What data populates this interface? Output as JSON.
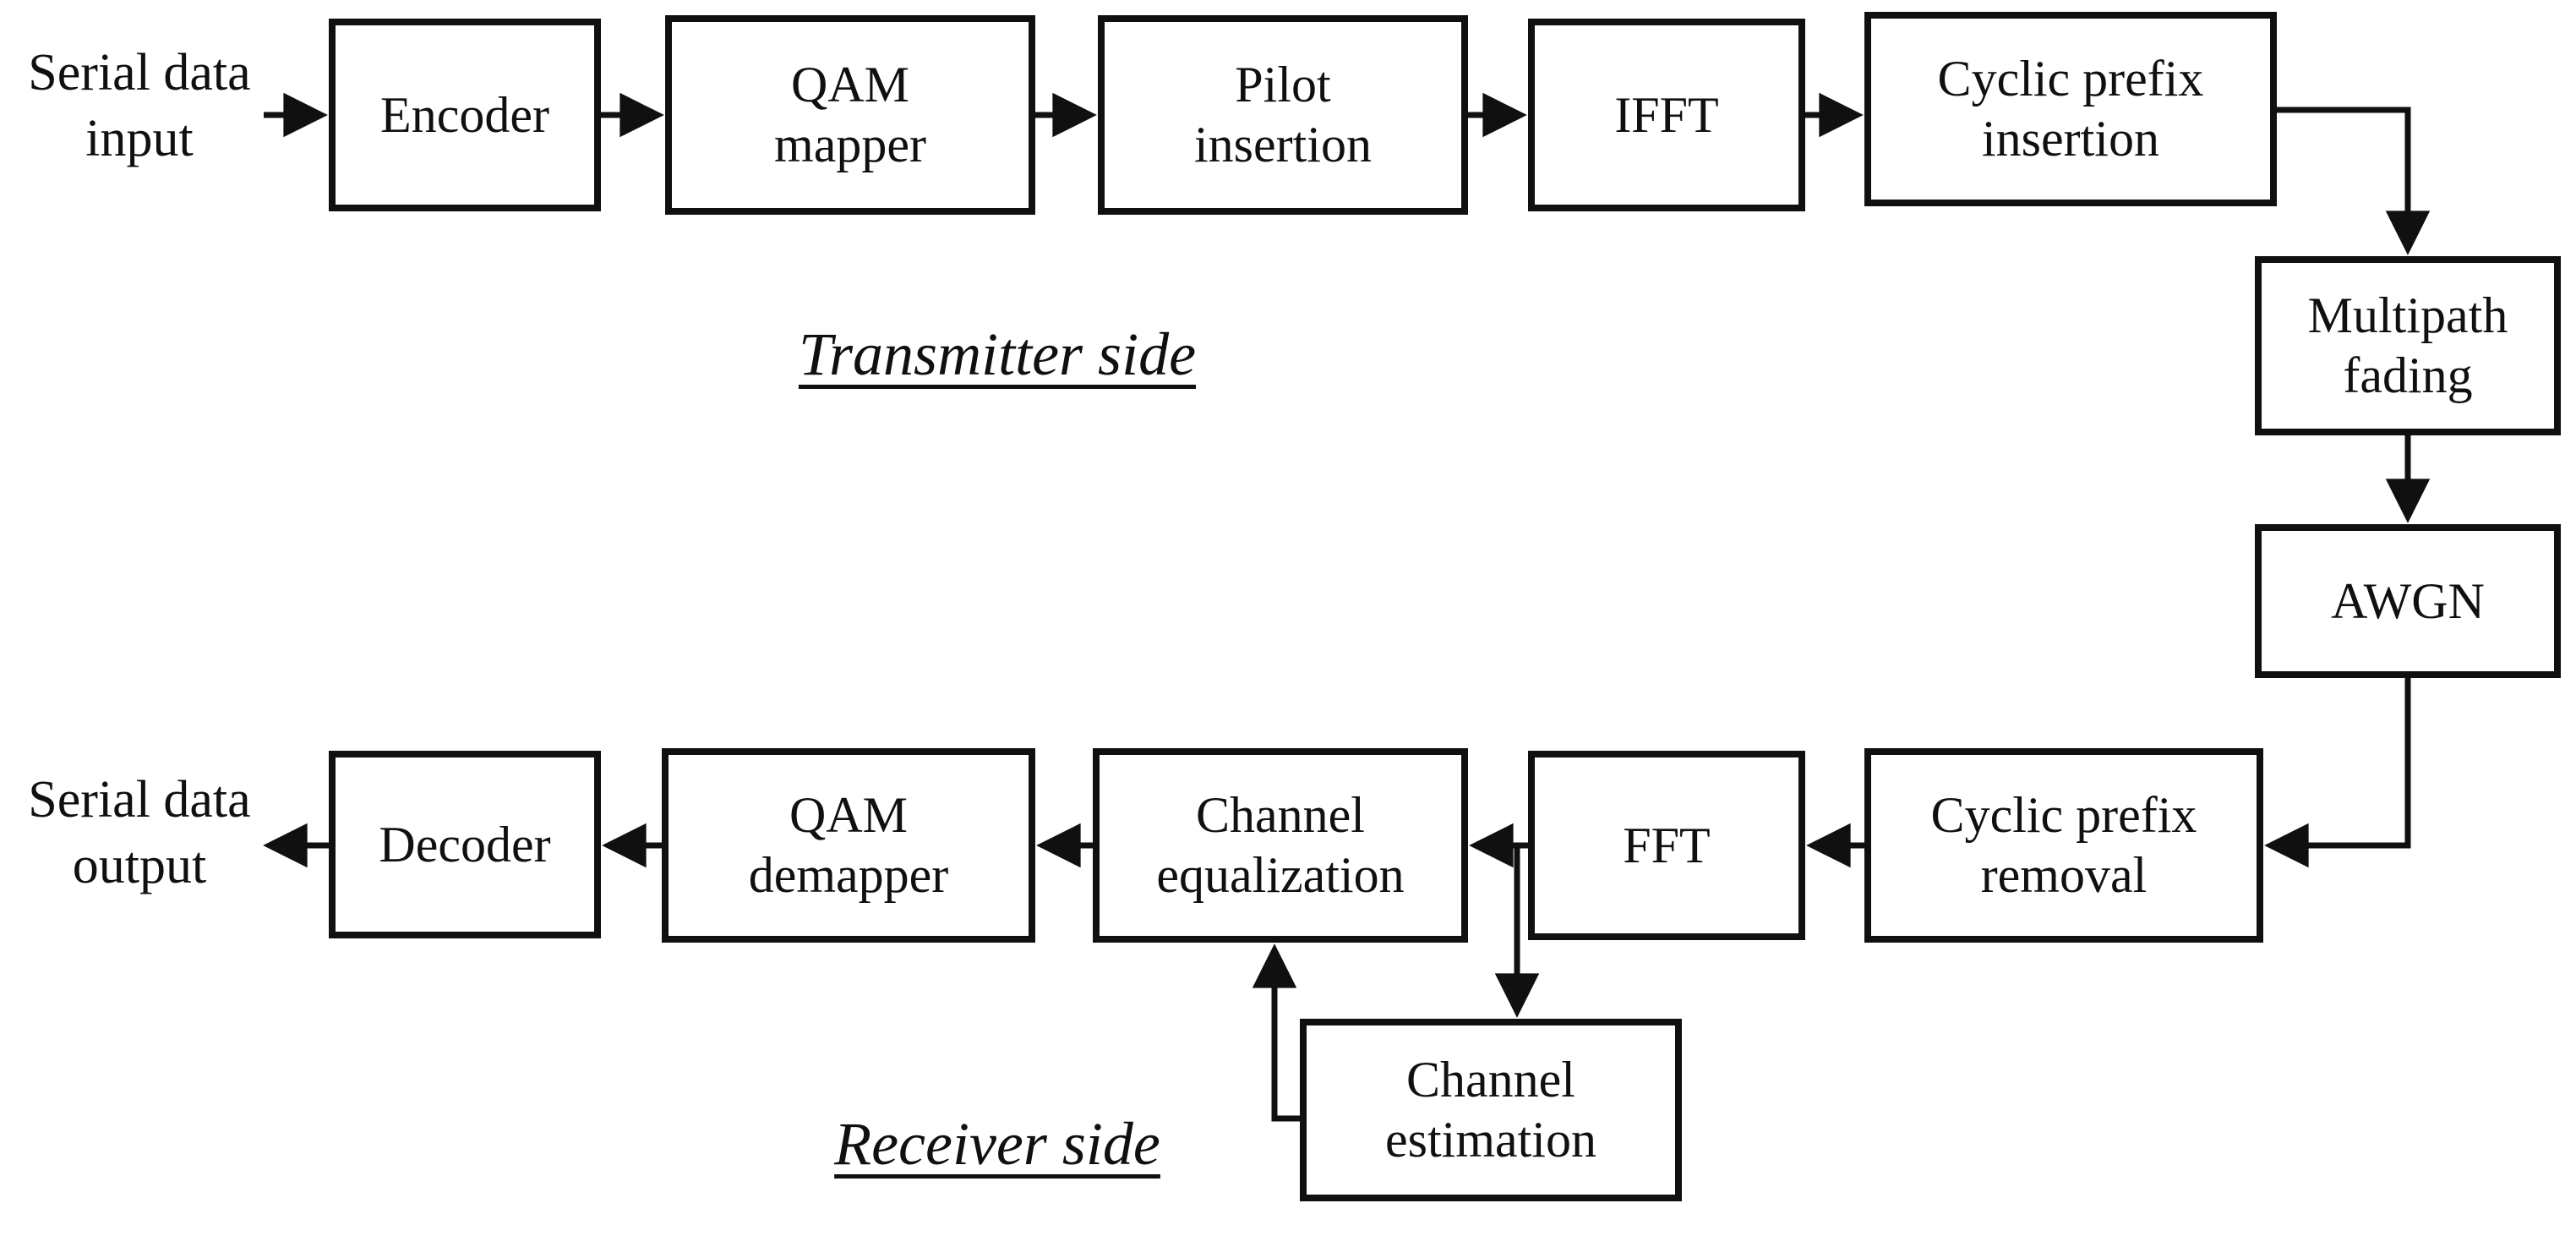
{
  "diagram": {
    "section_titles": {
      "transmitter": "Transmitter side",
      "receiver": "Receiver side"
    },
    "io_labels": {
      "serial_input": "Serial data\ninput",
      "serial_output": "Serial data\noutput"
    },
    "nodes": {
      "encoder": {
        "label": "Encoder"
      },
      "qam_mapper": {
        "label": "QAM\nmapper"
      },
      "pilot_insertion": {
        "label": "Pilot\ninsertion"
      },
      "ifft": {
        "label": "IFFT"
      },
      "cp_insertion": {
        "label": "Cyclic prefix\ninsertion"
      },
      "multipath_fading": {
        "label": "Multipath\nfading"
      },
      "awgn": {
        "label": "AWGN"
      },
      "cp_removal": {
        "label": "Cyclic prefix\nremoval"
      },
      "fft": {
        "label": "FFT"
      },
      "channel_equalization": {
        "label": "Channel\nequalization"
      },
      "qam_demapper": {
        "label": "QAM\ndemapper"
      },
      "decoder": {
        "label": "Decoder"
      },
      "channel_estimation": {
        "label": "Channel\nestimation"
      }
    },
    "edges": [
      {
        "from": "serial-data-input",
        "to": "encoder"
      },
      {
        "from": "encoder",
        "to": "qam-mapper"
      },
      {
        "from": "qam-mapper",
        "to": "pilot-insertion"
      },
      {
        "from": "pilot-insertion",
        "to": "ifft"
      },
      {
        "from": "ifft",
        "to": "cyclic-prefix-insertion"
      },
      {
        "from": "cyclic-prefix-insertion",
        "to": "multipath-fading"
      },
      {
        "from": "multipath-fading",
        "to": "awgn"
      },
      {
        "from": "awgn",
        "to": "cyclic-prefix-removal"
      },
      {
        "from": "cyclic-prefix-removal",
        "to": "fft"
      },
      {
        "from": "fft",
        "to": "channel-equalization"
      },
      {
        "from": "fft",
        "to": "channel-estimation"
      },
      {
        "from": "channel-estimation",
        "to": "channel-equalization"
      },
      {
        "from": "channel-equalization",
        "to": "qam-demapper"
      },
      {
        "from": "qam-demapper",
        "to": "decoder"
      },
      {
        "from": "decoder",
        "to": "serial-data-output"
      }
    ],
    "colors": {
      "line": "#101010",
      "text": "#101010",
      "background": "#ffffff"
    }
  }
}
